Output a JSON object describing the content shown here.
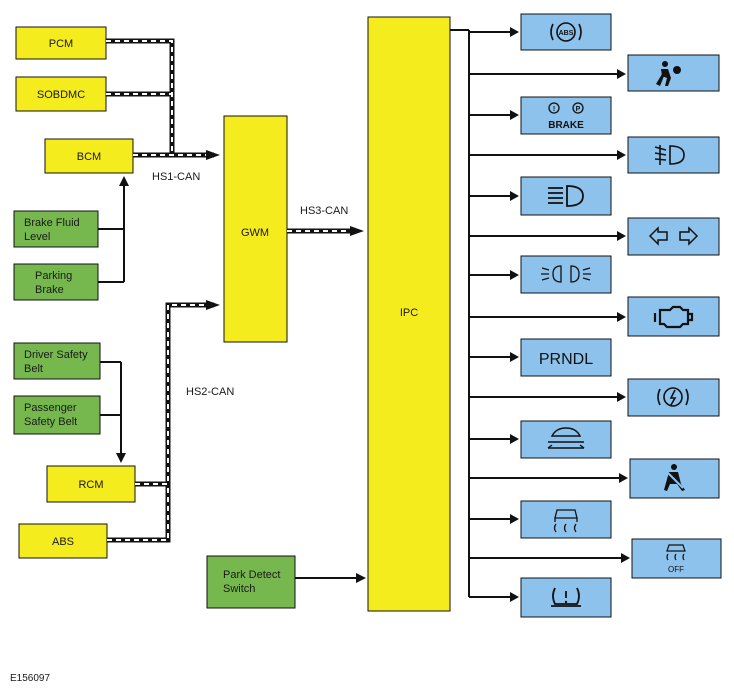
{
  "figure_code": "E156097",
  "colors": {
    "module_yellow": "#f5ec1e",
    "switch_green": "#76b84d",
    "indicator_blue": "#8dc2ec",
    "line": "#111111"
  },
  "modules": {
    "pcm": "PCM",
    "sobdmc": "SOBDMC",
    "bcm": "BCM",
    "gwm": "GWM",
    "ipc": "IPC",
    "rcm": "RCM",
    "abs": "ABS"
  },
  "inputs": {
    "brake_fluid_level": [
      "Brake Fluid",
      "Level"
    ],
    "parking_brake": [
      "Parking",
      "Brake"
    ],
    "driver_safety_belt": [
      "Driver Safety",
      "Belt"
    ],
    "passenger_safety_belt": [
      "Passenger",
      "Safety Belt"
    ],
    "park_detect_switch": [
      "Park Detect",
      "Switch"
    ]
  },
  "buses": {
    "hs1": "HS1-CAN",
    "hs2": "HS2-CAN",
    "hs3": "HS3-CAN"
  },
  "indicators": [
    {
      "icon": "abs-warning-icon",
      "text": "ABS"
    },
    {
      "icon": "airbag-icon"
    },
    {
      "icon": "brake-warning-icon",
      "text": "BRAKE"
    },
    {
      "icon": "rear-fog-lamp-icon"
    },
    {
      "icon": "high-beam-icon"
    },
    {
      "icon": "turn-signal-icon"
    },
    {
      "icon": "side-lamps-icon"
    },
    {
      "icon": "check-engine-icon"
    },
    {
      "icon": "prndl-display",
      "text": "PRNDL"
    },
    {
      "icon": "electric-park-brake-icon"
    },
    {
      "icon": "adaptive-suspension-icon"
    },
    {
      "icon": "seatbelt-reminder-icon"
    },
    {
      "icon": "traction-control-icon"
    },
    {
      "icon": "traction-control-off-icon",
      "text": "OFF"
    },
    {
      "icon": "tire-pressure-icon"
    }
  ]
}
